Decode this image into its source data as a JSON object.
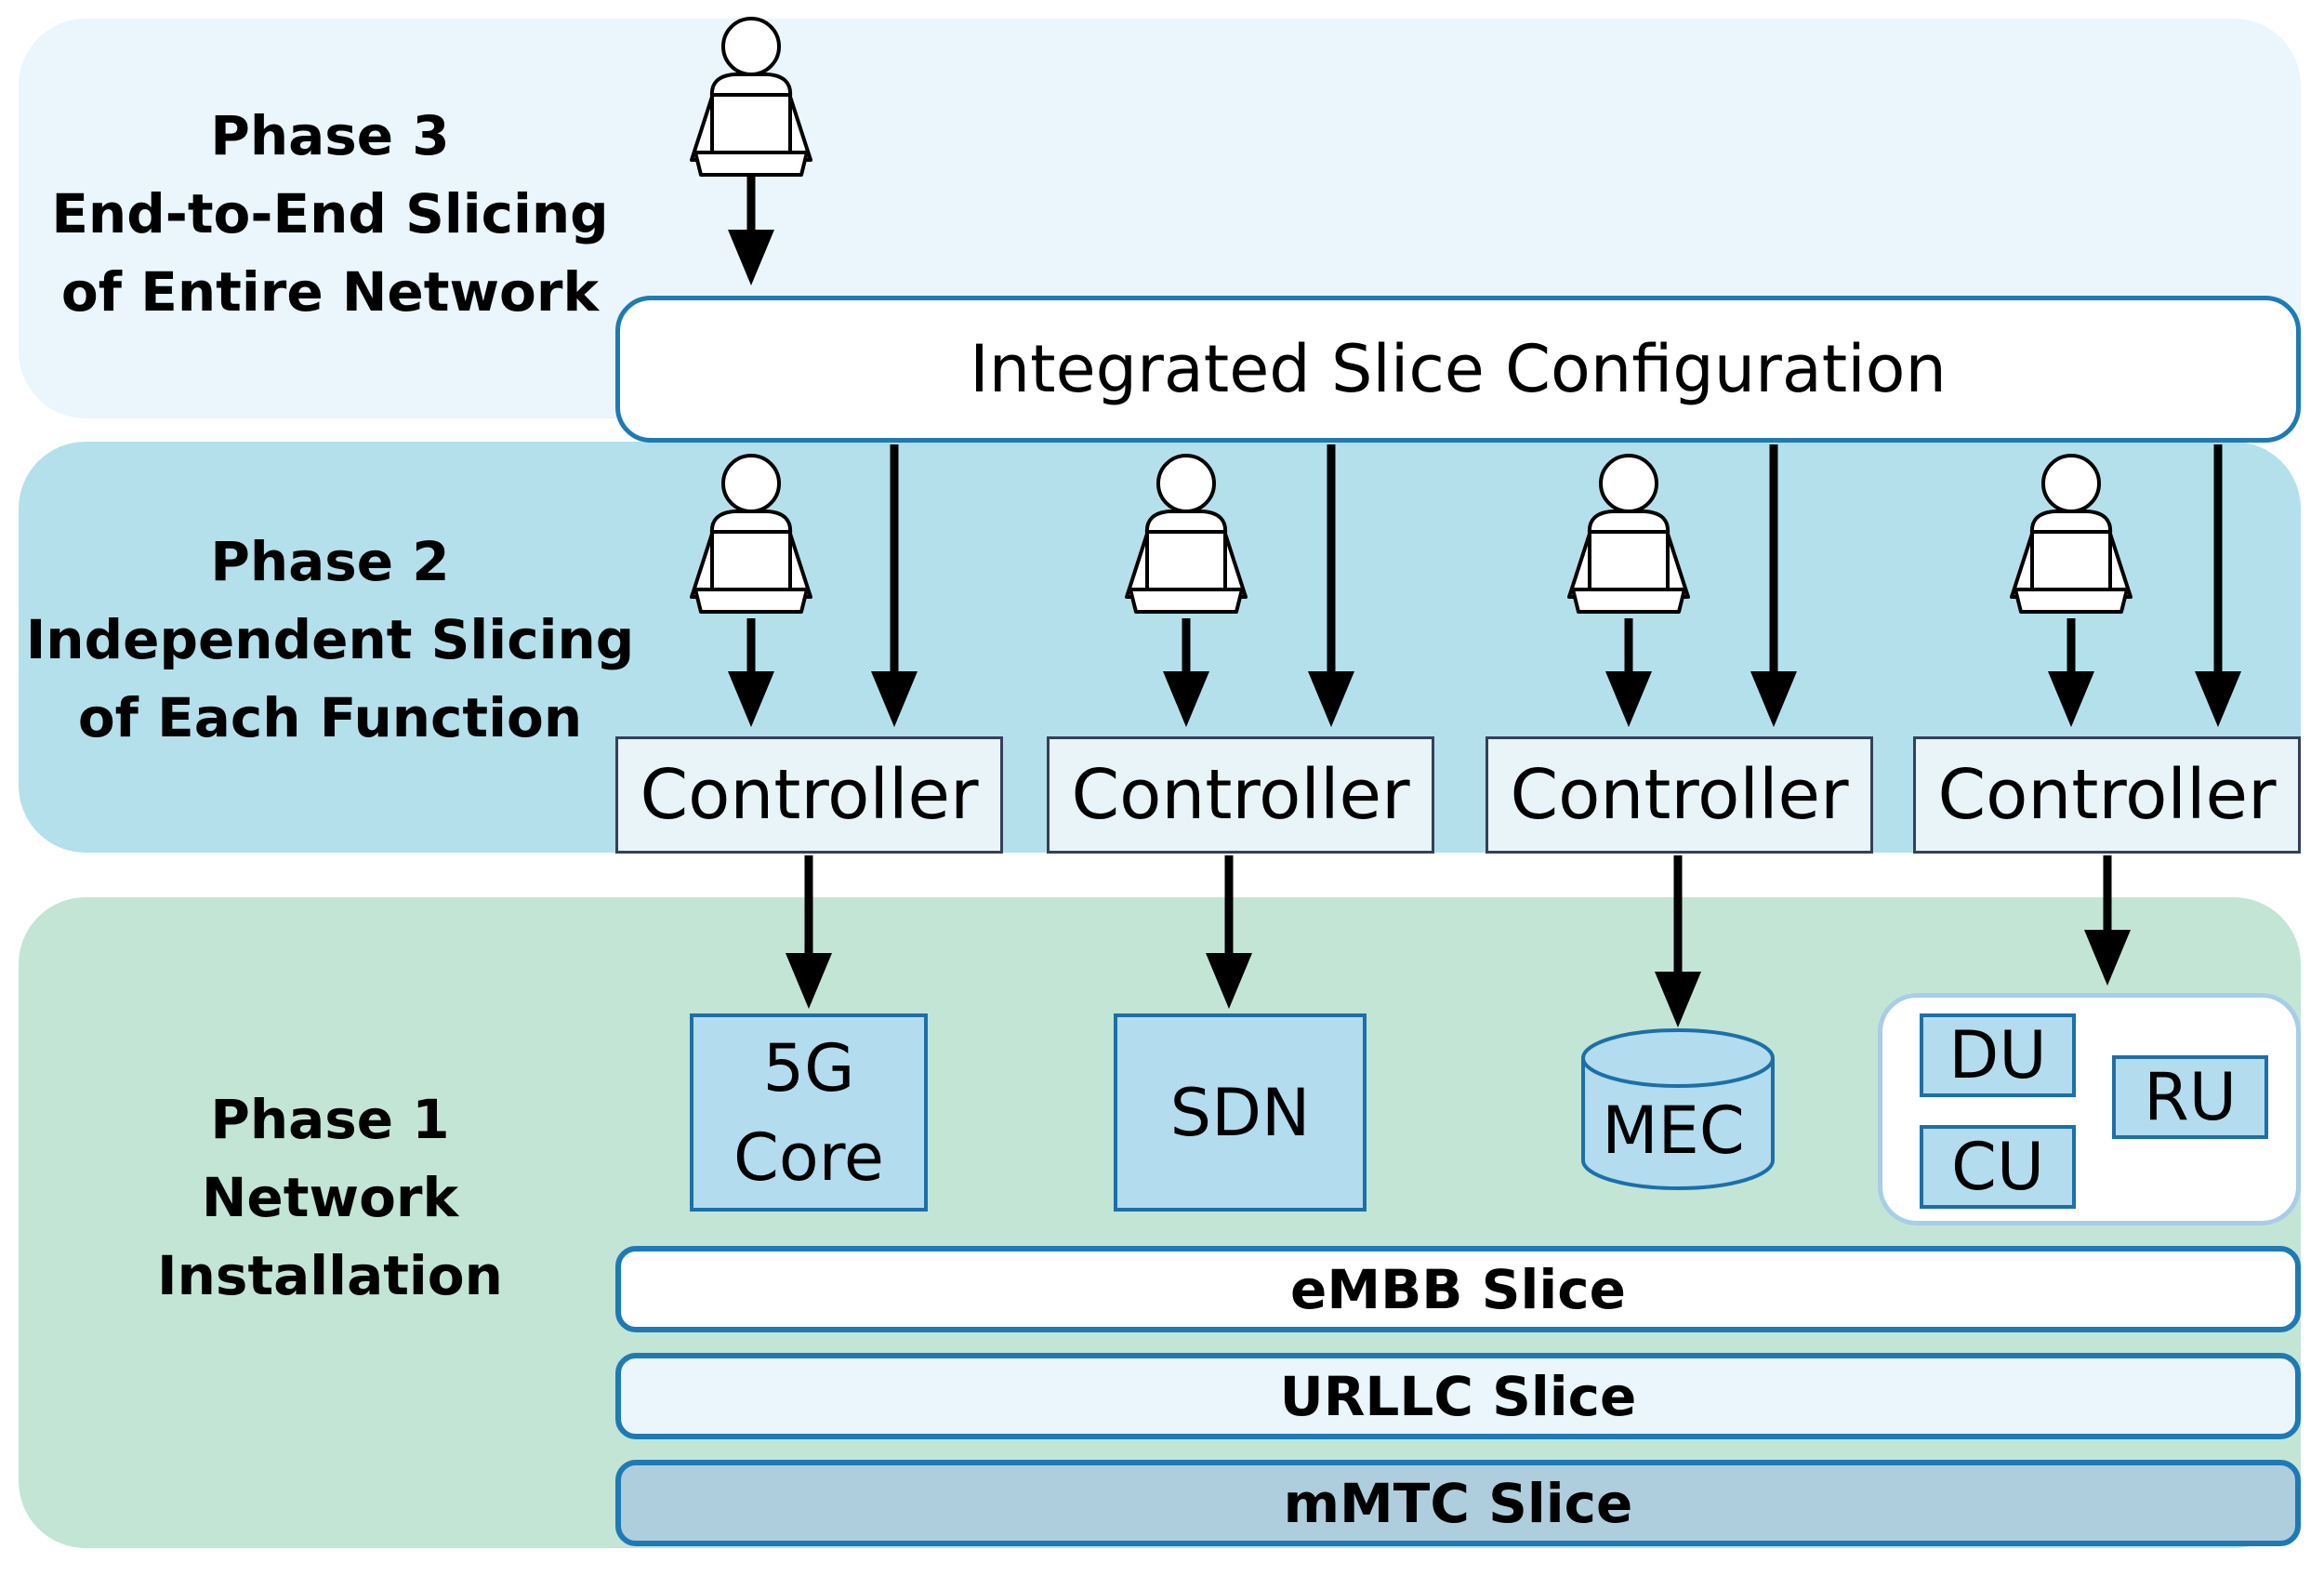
{
  "phases": {
    "phase3": {
      "lines": [
        "Phase 3",
        "End-to-End Slicing",
        "of Entire Network"
      ]
    },
    "phase2": {
      "lines": [
        "Phase 2",
        "Independent Slicing",
        "of Each Function"
      ]
    },
    "phase1": {
      "lines": [
        "Phase 1",
        "Network",
        "Installation"
      ]
    }
  },
  "integrated_config": {
    "label": "Integrated Slice Configuration"
  },
  "controllers": [
    {
      "label": "Controller"
    },
    {
      "label": "Controller"
    },
    {
      "label": "Controller"
    },
    {
      "label": "Controller"
    }
  ],
  "functions": {
    "core": {
      "lines": [
        "5G",
        "Core"
      ]
    },
    "sdn": {
      "label": "SDN"
    },
    "mec": {
      "label": "MEC"
    },
    "ran": {
      "du": "DU",
      "cu": "CU",
      "ru": "RU"
    }
  },
  "slices": [
    {
      "label": "eMBB Slice"
    },
    {
      "label": "URLLC Slice"
    },
    {
      "label": "mMTC Slice"
    }
  ],
  "colors": {
    "phase3_bg": "#eaf5fc",
    "phase2_bg": "#b4e0ec",
    "phase1_bg": "#c3e5d6",
    "accent_border": "#1d7ab5",
    "function_fill": "#b3dcef",
    "controller_fill": "#e8f4f8",
    "slice_embb": "#ffffff",
    "slice_urllc": "#eaf5fc",
    "slice_mmtc": "#aecddd"
  },
  "icons": [
    "user-at-laptop-icon",
    "arrow-down-icon"
  ]
}
